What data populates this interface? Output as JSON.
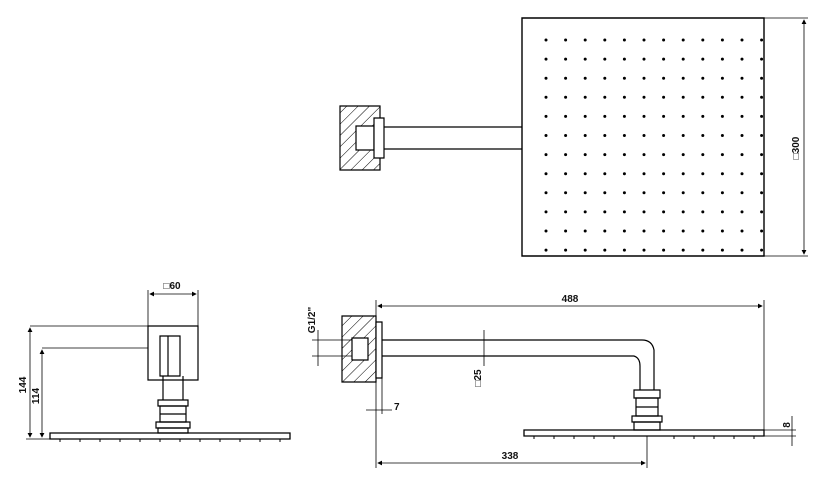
{
  "drawing": {
    "dimensions": {
      "head_size": "300",
      "arm_length": "488",
      "wall_to_head_center": "338",
      "pipe_square": "25",
      "flange_offset": "7",
      "head_thickness": "8",
      "thread": "G1/2\"",
      "flange_size": "60",
      "height_overall": "144",
      "height_to_head": "114"
    },
    "square_symbol": "□",
    "nozzle_grid": {
      "rows": 12,
      "cols": 12
    }
  }
}
